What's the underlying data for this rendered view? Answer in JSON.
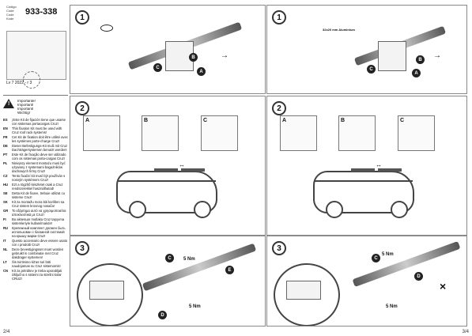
{
  "document": {
    "code_labels": [
      "Código",
      "Code",
      "Code",
      "Kode"
    ],
    "code": "933-338",
    "version": "Lv 7",
    "date_rev": "2022 - r 3",
    "page_left": "2/4",
    "page_right": "3/4",
    "important": {
      "title_lines": [
        "Importante!",
        "Important!",
        "Important!",
        "Wichtig!"
      ],
      "lines": [
        {
          "flag": "ES",
          "text": "¡Este Kit de fijación tiene que usarse con sistemas portacargas Cruz!"
        },
        {
          "flag": "EN",
          "text": "This fixation Kit must be used with Cruz roof rack systems!"
        },
        {
          "flag": "FR",
          "text": "Cet Kit de fixation doit être utilisé avec les systèmes porte-charge Cruz!"
        },
        {
          "flag": "DE",
          "text": "Dieser Befestigungs-Kit muß mit Cruz Dachträgersystemen benutzt werden!"
        },
        {
          "flag": "PT",
          "text": "Este Kit de fixação deve ser utilizado com os sistemas porta-cargas Cruz!"
        },
        {
          "flag": "PL",
          "text": "Niniejszy element montażu musi być używany z systemami bagażników dachowych firmy Cruz!"
        },
        {
          "flag": "CZ",
          "text": "Tento fixační kit musí být používán s nosným systémem Cruz!"
        },
        {
          "flag": "HU",
          "text": "Ezt a rögzítő készletet csak a Cruz rendszerekkel használhatod!"
        },
        {
          "flag": "SE",
          "text": "Detta Kit de fixare, trebuie utilizat cu sisteme Cruz!"
        },
        {
          "flag": "SK",
          "text": "Kit za montažu mora biti korišten sa Cruz sistem krovnog nosača!"
        },
        {
          "flag": "GR",
          "text": "Το εξάρτημα αυτό να χρησιμοποιείται αποκλειστικά με Cruz!"
        },
        {
          "flag": "FI",
          "text": "Bu aksesuar mutlaka Cruz taşıyıma sistemleriyle kullanılmalıdır!"
        },
        {
          "flag": "RU",
          "text": "Крепежный комплект должен быть использован с багажной системой на крышу марки Cruz!"
        },
        {
          "flag": "IT",
          "text": "Questo accessorio deve essere usato con i prodotti Cruz!"
        },
        {
          "flag": "NL",
          "text": "Deze bevestigingsset moet worden gebruikt in combinatie met Cruz dakdrager systemen!"
        },
        {
          "flag": "LT",
          "text": "Šis tvirtinimo kit'as turi būti naudojamas su Cruz sistemomis!"
        },
        {
          "flag": "CN",
          "text": "Kit za pritrditev je treba uporabljati izključno s sistemi za strešni kolar CRUZ!"
        }
      ]
    }
  },
  "panels": {
    "step1": "1",
    "step2": "2",
    "step3": "3",
    "labels": {
      "A": "A",
      "B": "B",
      "C": "C",
      "D": "D",
      "E": "E",
      "step_text": "5 Nm",
      "mini_note": "32x20 mm\nAluminium"
    }
  }
}
